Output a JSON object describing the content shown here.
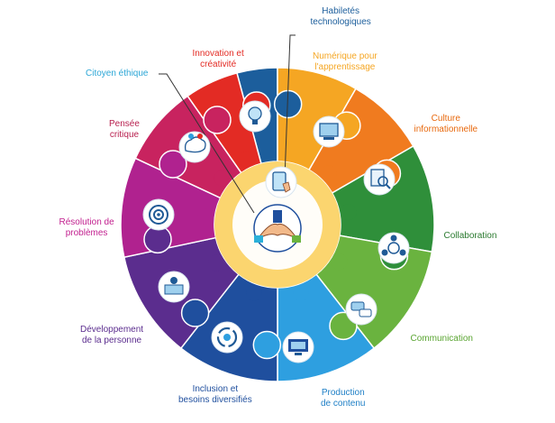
{
  "center": {
    "icon": "hands-teamwork-icon",
    "disc_color": "#fbd56f",
    "inner_color": "#ffffff"
  },
  "sectors": [
    {
      "id": "habiletes-technologiques",
      "lines": [
        "Habiletés",
        "technologiques"
      ],
      "color": "#1c5e9c",
      "label_color": "#1c5e9c",
      "icon": "tablet-touch-icon"
    },
    {
      "id": "numerique-apprentissage",
      "lines": [
        "Numérique pour",
        "l'apprentissage"
      ],
      "color": "#f5a623",
      "label_color": "#f5a623",
      "icon": "computer-screen-icon"
    },
    {
      "id": "culture-informationnelle",
      "lines": [
        "Culture",
        "informationnelle"
      ],
      "color": "#f07b1f",
      "label_color": "#e8690e",
      "icon": "search-document-icon"
    },
    {
      "id": "collaboration",
      "lines": [
        "Collaboration"
      ],
      "color": "#2f8f3a",
      "label_color": "#2a7a2f",
      "icon": "team-network-icon"
    },
    {
      "id": "communication",
      "lines": [
        "Communication"
      ],
      "color": "#6ab33f",
      "label_color": "#5aa532",
      "icon": "chat-bubbles-icon"
    },
    {
      "id": "production-contenu",
      "lines": [
        "Production",
        "de contenu"
      ],
      "color": "#2e9fe0",
      "label_color": "#1e7fc6",
      "icon": "monitor-editing-icon"
    },
    {
      "id": "inclusion",
      "lines": [
        "Inclusion et",
        "besoins diversifiés"
      ],
      "color": "#1f4f9e",
      "label_color": "#1f4f9e",
      "icon": "circular-arrows-icon"
    },
    {
      "id": "developpement",
      "lines": [
        "Développement",
        "de la personne"
      ],
      "color": "#5b2d8e",
      "label_color": "#5b2d8e",
      "icon": "person-growth-icon"
    },
    {
      "id": "resolution",
      "lines": [
        "Résolution de",
        "problèmes"
      ],
      "color": "#b0228f",
      "label_color": "#c2208f",
      "icon": "target-icon"
    },
    {
      "id": "pensee-critique",
      "lines": [
        "Pensée",
        "critique"
      ],
      "color": "#c8235f",
      "label_color": "#b8204f",
      "icon": "brain-question-icon"
    },
    {
      "id": "innovation",
      "lines": [
        "Innovation et",
        "créativité"
      ],
      "color": "#e32b24",
      "label_color": "#e32b24",
      "icon": "lightbulb-icon"
    },
    {
      "id": "citoyen-ethique",
      "lines": [
        "Citoyen éthique"
      ],
      "color": "#2bb0d9",
      "label_color": "#2ba6d6",
      "icon": "pointer-line-icon"
    }
  ]
}
